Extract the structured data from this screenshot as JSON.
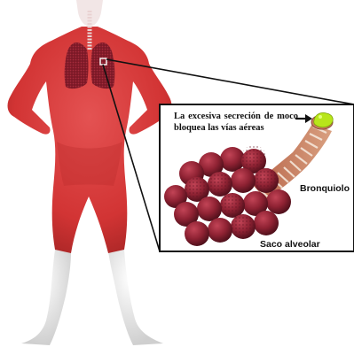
{
  "annotation": {
    "text": "La excesiva secreción de moco bloquea las vías aéreas"
  },
  "labels": {
    "bronchiole": "Bronquiolo",
    "alveolar_sac": "Saco alveolar"
  },
  "colors": {
    "body": "#d83a3a",
    "body_shadow": "#a92626",
    "lung": "#8a1f2a",
    "alveolus": "#9c2a3a",
    "alveolus_dark": "#5e1320",
    "bronchiole_stripe_a": "#b8654a",
    "bronchiole_stripe_b": "#f0d9c8",
    "mucus": "#b8e61a",
    "frame": "#111111",
    "legs": "#f1f1f1"
  }
}
